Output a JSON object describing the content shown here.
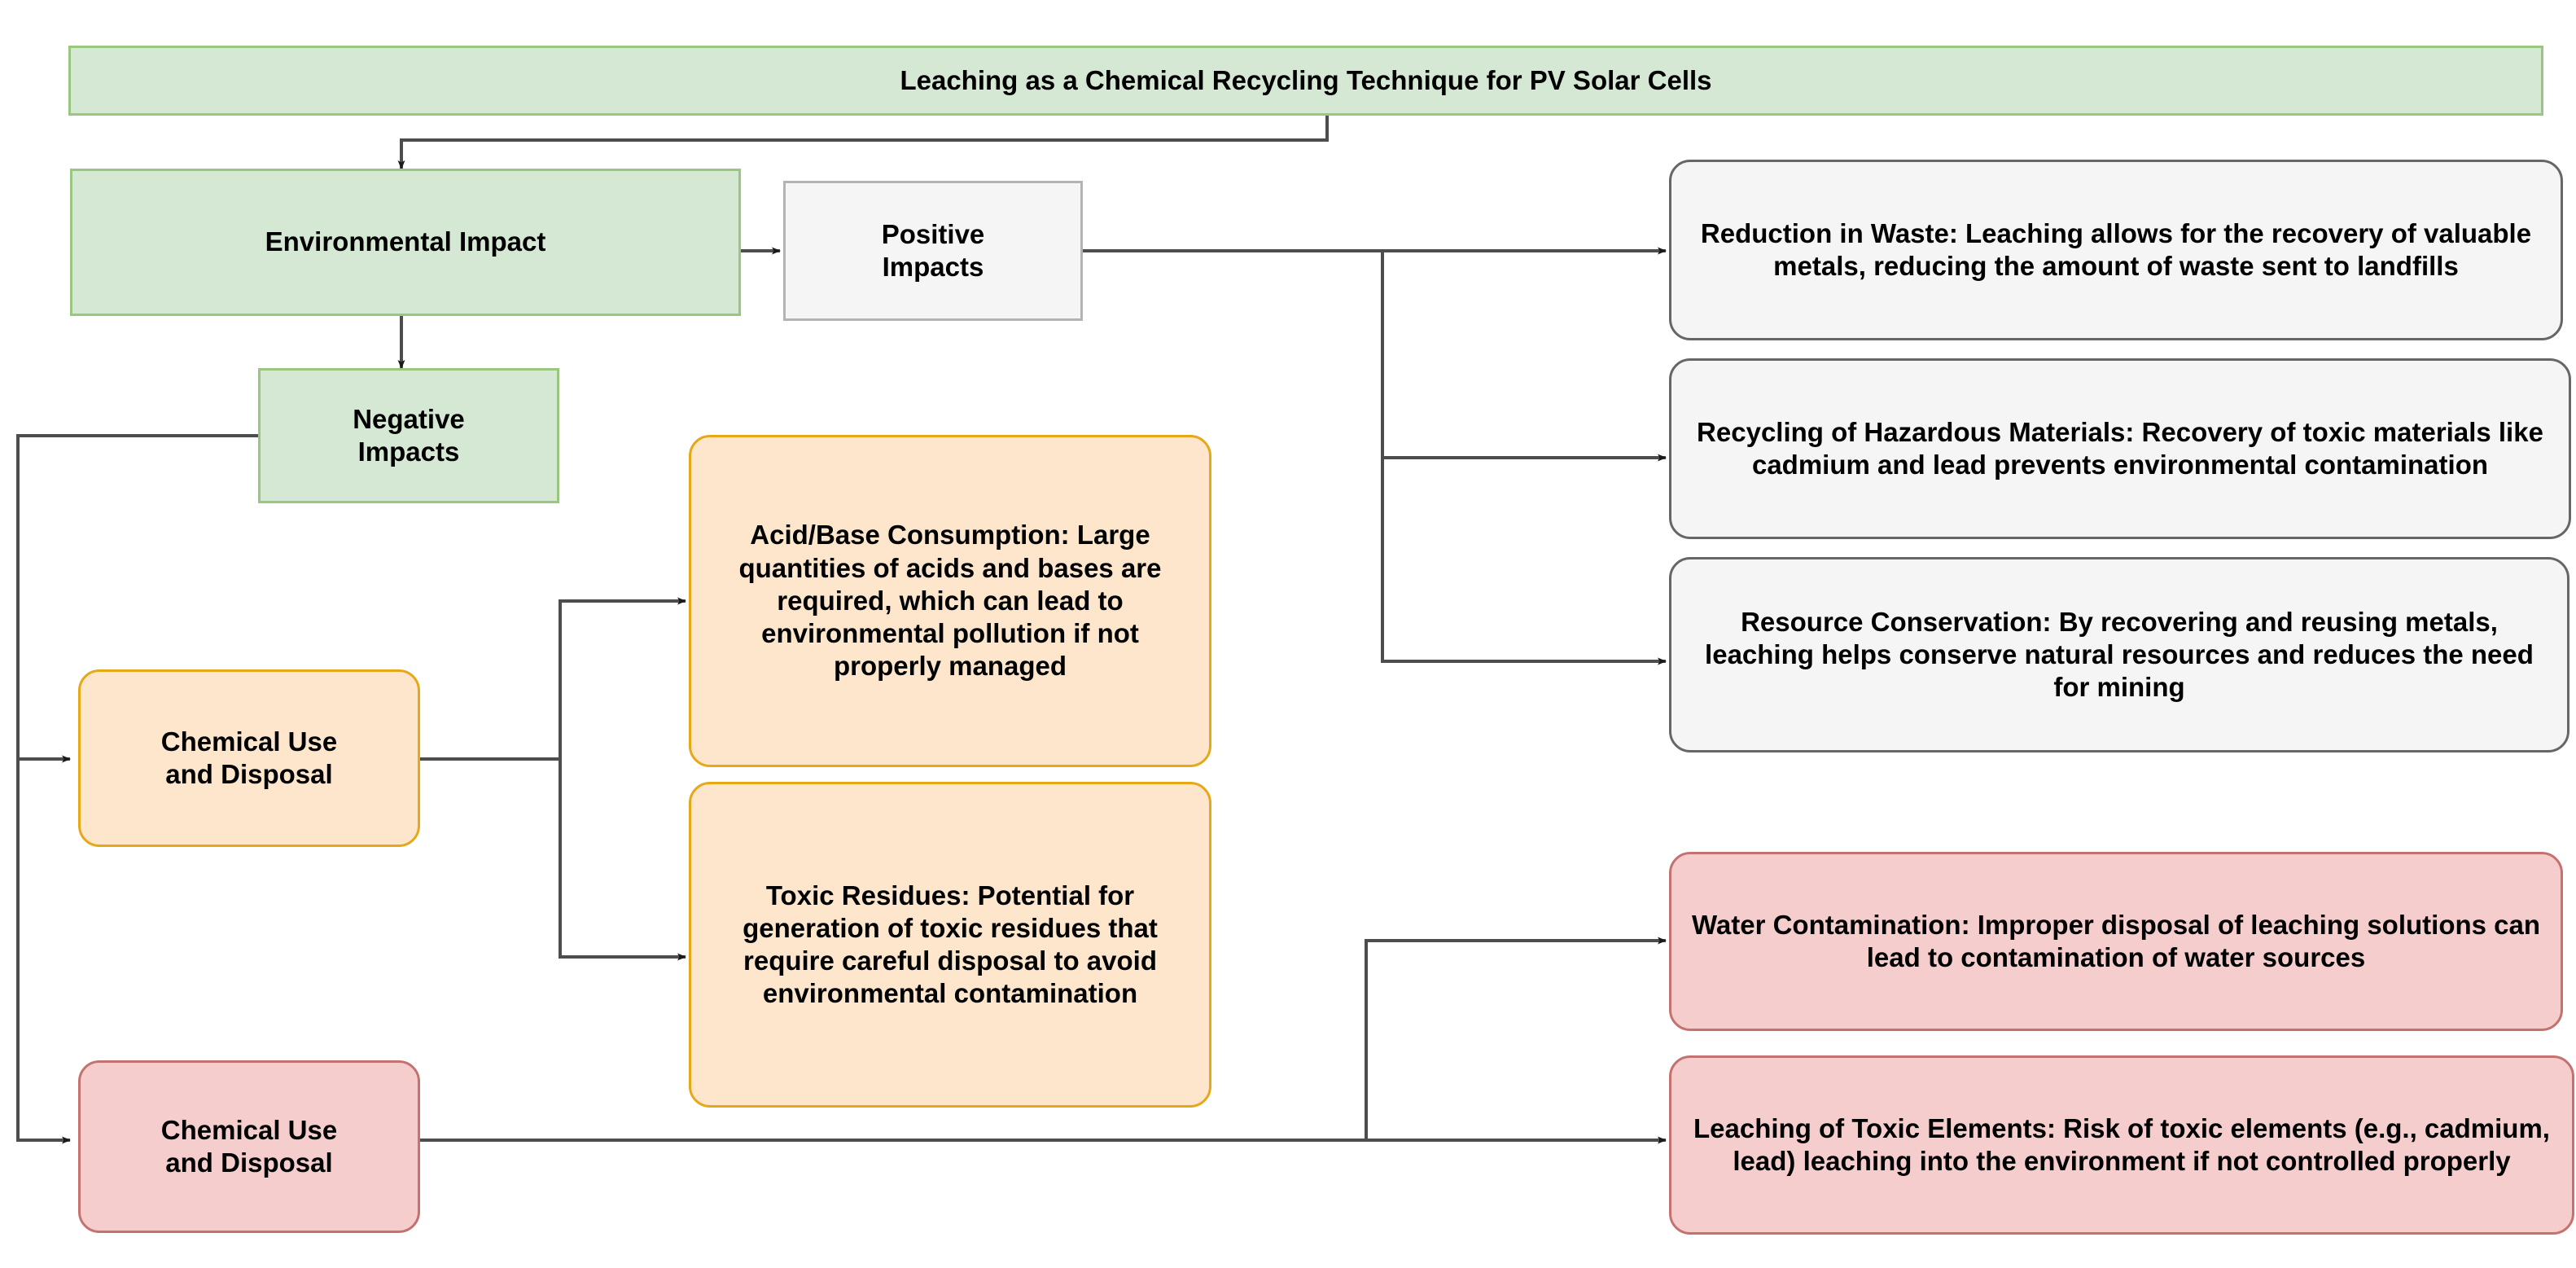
{
  "diagram": {
    "title": "Leaching as a Chemical Recycling Technique for PV Solar Cells",
    "type": "flowchart",
    "background": "#ffffff",
    "palette": {
      "green_fill": "#d5e8d4",
      "green_border": "#9ac77f",
      "grey_fill": "#f5f5f5",
      "grey_border": "#b3b3b3",
      "grey_round_border": "#666666",
      "orange_fill": "#fde6cc",
      "orange_border": "#e6a817",
      "red_fill": "#f5cdcd",
      "red_border": "#c4726f",
      "connector": "#4d4d4d",
      "text": "#000000"
    },
    "nodes": {
      "title_banner": "Leaching as a Chemical Recycling Technique for PV Solar Cells",
      "environmental_impact": "Environmental Impact",
      "positive_impacts": "Positive\nImpacts",
      "positive_impacts_line1": "Positive",
      "positive_impacts_line2": "Impacts",
      "negative_impacts_line1": "Negative",
      "negative_impacts_line2": "Impacts",
      "chemical_use_orange_line1": "Chemical Use",
      "chemical_use_orange_line2": "and Disposal",
      "chemical_use_red_line1": "Chemical Use",
      "chemical_use_red_line2": "and Disposal",
      "acid_base_consumption": "Acid/Base Consumption: Large quantities of acids and bases are required, which can lead to environmental pollution if not properly managed",
      "toxic_residues": "Toxic Residues: Potential for generation of toxic residues that require careful disposal to avoid environmental contamination",
      "reduction_in_waste": "Reduction in Waste: Leaching allows for the recovery of valuable metals, reducing the amount of waste sent to landfills",
      "recycling_hazardous_materials": "Recycling of Hazardous Materials: Recovery of toxic materials like cadmium and lead prevents environmental contamination",
      "resource_conservation": "Resource Conservation: By recovering and reusing metals, leaching helps conserve natural resources and reduces the need for mining",
      "water_contamination": "Water Contamination: Improper disposal of leaching solutions can lead to contamination of water sources",
      "leaching_toxic_elements": "Leaching of Toxic Elements: Risk of toxic elements (e.g., cadmium, lead) leaching into the environment if not controlled properly"
    },
    "edges": [
      {
        "from": "title_banner",
        "to": "environmental_impact"
      },
      {
        "from": "environmental_impact",
        "to": "positive_impacts"
      },
      {
        "from": "environmental_impact",
        "to": "negative_impacts"
      },
      {
        "from": "negative_impacts",
        "to": "chemical_use_orange"
      },
      {
        "from": "negative_impacts",
        "to": "chemical_use_red"
      },
      {
        "from": "chemical_use_orange",
        "to": "acid_base_consumption"
      },
      {
        "from": "chemical_use_orange",
        "to": "toxic_residues"
      },
      {
        "from": "positive_impacts",
        "to": "reduction_in_waste"
      },
      {
        "from": "positive_impacts",
        "to": "recycling_hazardous_materials"
      },
      {
        "from": "positive_impacts",
        "to": "resource_conservation"
      },
      {
        "from": "chemical_use_red",
        "to": "water_contamination"
      },
      {
        "from": "chemical_use_red",
        "to": "leaching_toxic_elements"
      }
    ]
  }
}
